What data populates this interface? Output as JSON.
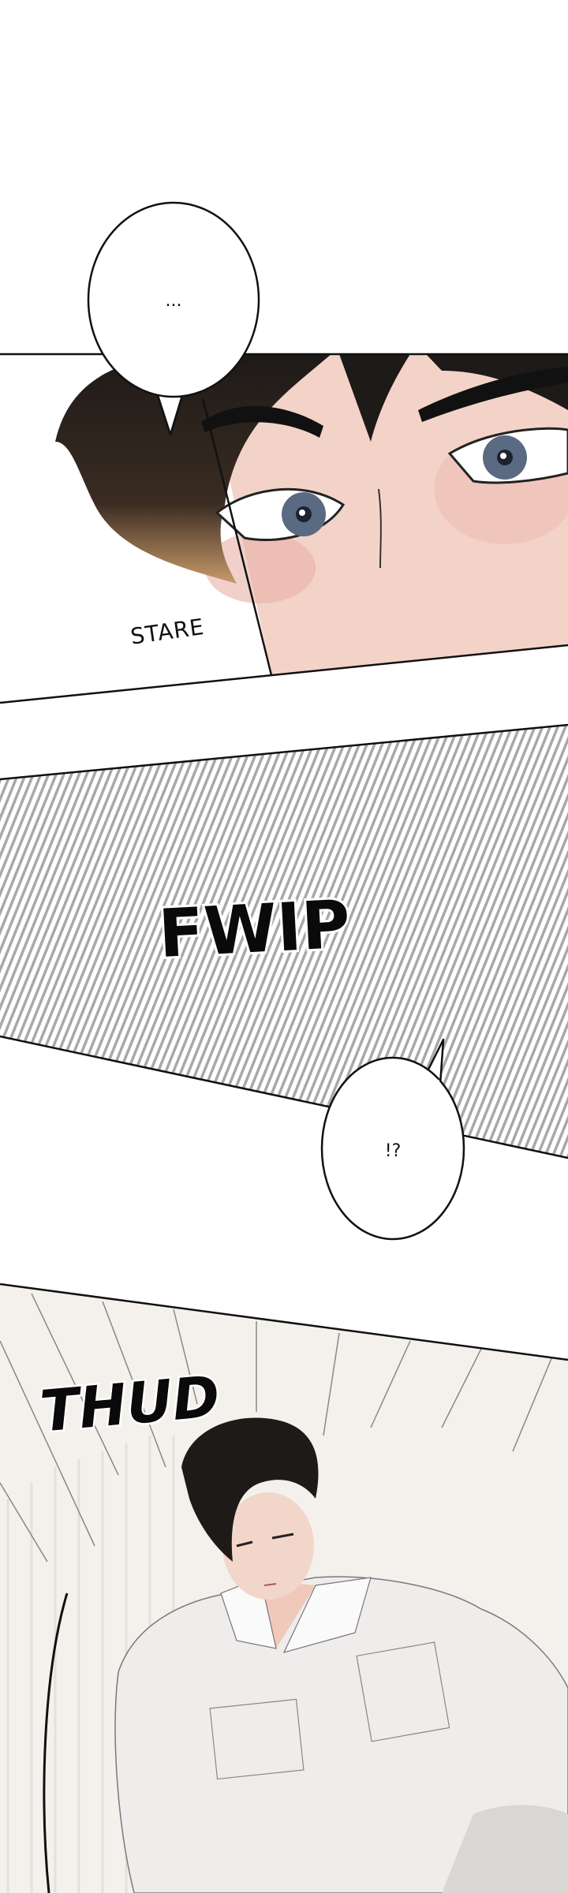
{
  "panels": [
    {
      "id": "panel-stare",
      "bubble_text": "...",
      "sfx": "STARE"
    },
    {
      "id": "panel-fwip",
      "sfx": "FWIP",
      "bubble_text": "!?"
    },
    {
      "id": "panel-thud",
      "sfx": "THUD"
    }
  ],
  "colors": {
    "skin": "#f3d3c8",
    "blush": "#eab0a6",
    "hair": "#1e1a18",
    "eye": "#5a6a82",
    "speedline": "#a8a8a8",
    "shirt": "#efeceb",
    "background_warm": "#f4f1ec"
  }
}
